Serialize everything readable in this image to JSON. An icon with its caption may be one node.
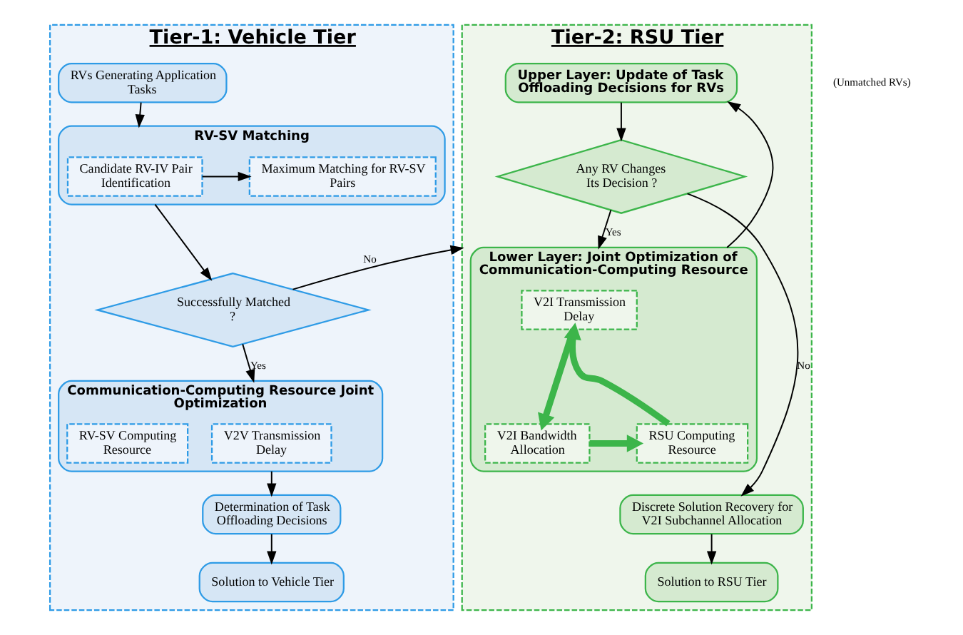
{
  "diagram": {
    "nodes": [
      {
        "text": [
          "Tier-1: Vehicle Tier"
        ]
      },
      {
        "text": [
          "RVs Generating Application Tasks"
        ],
        "in": 0
      },
      {
        "text": [
          "RV-SV Matching"
        ],
        "in": 0
      },
      {
        "text": [
          "Candidate RV-IV Pair Identification"
        ],
        "in": 2
      },
      {
        "text": [
          "Maximum Matching for RV-SV Pairs"
        ],
        "in": 2
      },
      {
        "text": [
          "Successfully Matched ?"
        ],
        "in": 0
      },
      {
        "text": [
          "Communication-Computing Resource Joint Optimization"
        ],
        "in": 0
      },
      {
        "text": [
          "V2V Transmission Delay"
        ],
        "in": 6
      },
      {
        "text": [
          "RV-SV Computing Resource"
        ],
        "in": 6
      },
      {
        "text": [
          "Determination of Task Offloading Decisions"
        ],
        "in": 0
      },
      {
        "text": [
          "Solution to Vehicle Tier"
        ],
        "in": 0
      },
      {
        "text": [
          "Tier-2: RSU Tier"
        ]
      },
      {
        "text": [
          "Upper Layer: Update of Task Offloading Decisions for RVs"
        ],
        "in": 11
      },
      {
        "text": [
          "Any RV Changes Its Decision ?"
        ],
        "in": 11
      },
      {
        "text": [
          "Lower Layer: Joint Optimization of Communication-Computing Resource"
        ],
        "in": 11
      },
      {
        "text": [
          "V2I Transmission Delay"
        ],
        "in": 14
      },
      {
        "text": [
          "V2I Bandwidth Allocation"
        ],
        "in": 14
      },
      {
        "text": [
          "RSU Computing Resource"
        ],
        "in": 14
      },
      {
        "text": [
          "Discrete Solution Recovery for V2I Subchannel Allocation"
        ],
        "in": 11
      },
      {
        "text": [
          "Solution to RSU Tier"
        ],
        "in": 11
      }
    ],
    "edges": [
      {
        "from": 1,
        "to": 2,
        "arrow": "to"
      },
      {
        "from": 3,
        "to": 4,
        "arrow": "to"
      },
      {
        "from": 2,
        "to": 5,
        "arrow": "to"
      },
      {
        "from": 5,
        "to": 11,
        "arrow": "to",
        "label": "No"
      },
      {
        "from": 5,
        "to": 6,
        "arrow": "to",
        "label": "Yes"
      },
      {
        "from": 6,
        "to": 9,
        "arrow": "to"
      },
      {
        "from": 9,
        "to": 10,
        "arrow": "to"
      },
      {
        "from": 12,
        "to": 13,
        "arrow": "to"
      },
      {
        "from": 13,
        "to": 14,
        "arrow": "to",
        "label": "Yes"
      },
      {
        "from": 14,
        "to": 12,
        "arrow": "to"
      },
      {
        "from": 13,
        "to": 18,
        "arrow": "to",
        "label": "No"
      },
      {
        "from": 15,
        "to": 16,
        "arrow": "to",
        "style": "thick",
        "color": "#3cb54a"
      },
      {
        "from": 16,
        "to": 17,
        "arrow": "to",
        "style": "thick",
        "color": "#3cb54a"
      },
      {
        "from": 17,
        "to": 15,
        "arrow": "to",
        "style": "thick",
        "color": "#3cb54a"
      },
      {
        "from": 18,
        "to": 19,
        "arrow": "to"
      }
    ],
    "labels": [
      "(Unmatched RVs)"
    ]
  }
}
